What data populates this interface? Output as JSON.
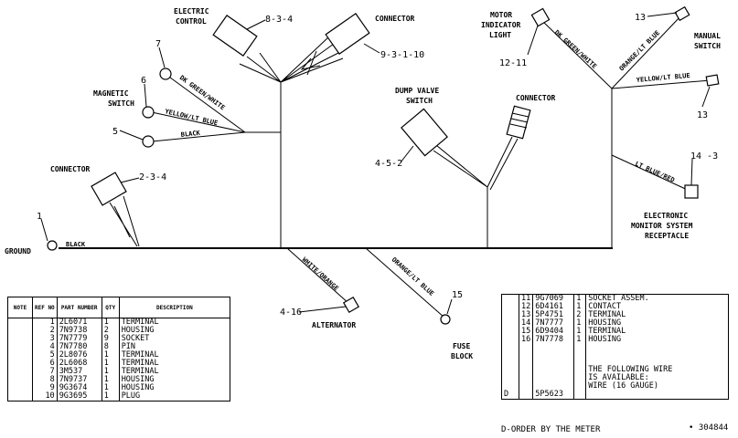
{
  "labels": {
    "electric_control": [
      "ELECTRIC",
      "CONTROL"
    ],
    "connector_top": "CONNECTOR",
    "magnetic_switch": [
      "MAGNETIC",
      "SWITCH"
    ],
    "connector_left": "CONNECTOR",
    "ground": "GROUND",
    "dump_valve_switch": [
      "DUMP VALVE",
      "SWITCH"
    ],
    "connector_mid": "CONNECTOR",
    "motor_indicator_light": [
      "MOTOR",
      "INDICATOR",
      "LIGHT"
    ],
    "manual_switch": [
      "MANUAL",
      "SWITCH"
    ],
    "electronic_monitor": [
      "ELECTRONIC",
      "MONITOR SYSTEM",
      "RECEPTACLE"
    ],
    "alternator": "ALTERNATOR",
    "fuse_block": [
      "FUSE",
      "BLOCK"
    ]
  },
  "callouts": {
    "c834": "8-3-4",
    "c93110": "9-3-1-10",
    "c7": "7",
    "c6": "6",
    "c5": "5",
    "c234": "2-3-4",
    "c1": "1",
    "c452": "4-5-2",
    "c1211": "12-11",
    "c13a": "13",
    "c13b": "13",
    "c143": "14 -3",
    "c416": "4-16",
    "c15": "15"
  },
  "wires": {
    "dk_green_white_1": "DK GREEN/WHITE",
    "yellow_lt_blue_1": "YELLOW/LT BLUE",
    "black_1": "BLACK",
    "black_2": "BLACK",
    "dk_green_white_2": "DK GREEN/WHITE",
    "orange_lt_blue_1": "ORANGE/LT BLUE",
    "yellow_lt_blue_2": "YELLOW/LT BLUE",
    "lt_blue_red": "LT BLUE/RED",
    "white_orange": "WHITE/ORANGE",
    "orange_lt_blue_2": "ORANGE/LT BLUE"
  },
  "parts_table": {
    "headers": [
      "NOTE",
      "REF NO",
      "PART NUMBER",
      "QTY",
      "DESCRIPTION"
    ],
    "rows": [
      [
        "",
        "1",
        "2L6071",
        "1",
        "TERMINAL"
      ],
      [
        "",
        "2",
        "7N9738",
        "2",
        "HOUSING"
      ],
      [
        "",
        "3",
        "7N7779",
        "9",
        "SOCKET"
      ],
      [
        "",
        "4",
        "7N7780",
        "8",
        "PIN"
      ],
      [
        "",
        "5",
        "2L8076",
        "1",
        "TERMINAL"
      ],
      [
        "",
        "6",
        "2L6068",
        "1",
        "TERMINAL"
      ],
      [
        "",
        "7",
        "3M537",
        "1",
        "TERMINAL"
      ],
      [
        "",
        "8",
        "7N9737",
        "1",
        "HOUSING"
      ],
      [
        "",
        "9",
        "9G3674",
        "1",
        "HOUSING"
      ],
      [
        "",
        "10",
        "9G3695",
        "1",
        "PLUG"
      ]
    ]
  },
  "right_table": {
    "rows": [
      [
        "",
        "11",
        "9G7069",
        "1",
        "SOCKET  ASSEM."
      ],
      [
        "",
        "12",
        "6D4161",
        "1",
        "CONTACT"
      ],
      [
        "",
        "13",
        "5P4751",
        "2",
        "TERMINAL"
      ],
      [
        "",
        "14",
        "7N7777",
        "1",
        "HOUSING"
      ],
      [
        "",
        "15",
        "6D9404",
        "1",
        "TERMINAL"
      ],
      [
        "",
        "16",
        "7N7778",
        "1",
        "HOUSING"
      ]
    ],
    "note_lines": [
      "THE  FOLLOWING  WIRE",
      "IS  AVAILABLE:",
      "WIRE  (16  GAUGE)"
    ],
    "wire_row": [
      "D",
      "",
      "5P5623",
      "",
      ""
    ]
  },
  "footer": {
    "order_note": "D-ORDER  BY  THE  METER",
    "figure_id": "• 304844"
  }
}
